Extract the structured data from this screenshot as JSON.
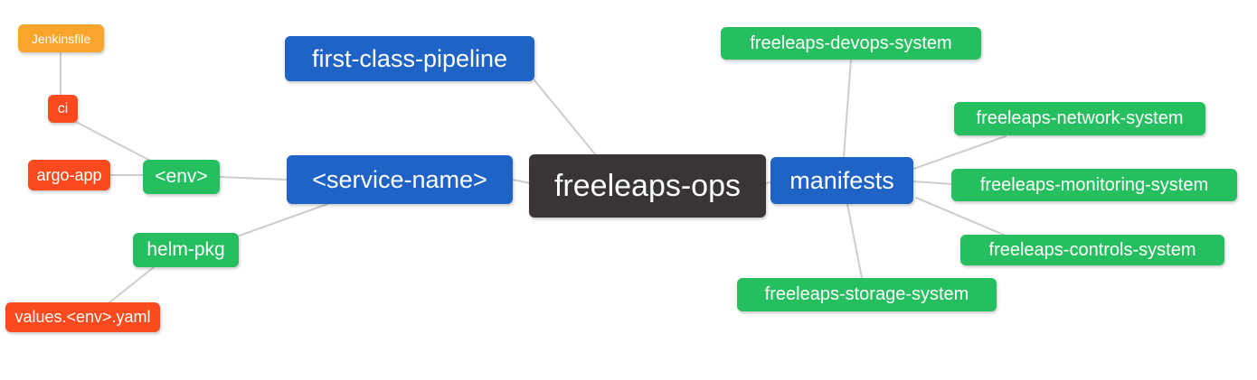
{
  "diagram_type": "mindmap",
  "palette": {
    "root": "#3a3535",
    "branch_blue": "#1f63c6",
    "green": "#26bf5f",
    "red": "#fa4a1e",
    "orange": "#f7a62b",
    "edge_gray": "#cdcdcd",
    "text": "#ffffff"
  },
  "nodes": [
    {
      "id": "jenkinsfile",
      "label": "Jenkinsfile",
      "color": "orange"
    },
    {
      "id": "ci",
      "label": "ci",
      "color": "red"
    },
    {
      "id": "argo-app",
      "label": "argo-app",
      "color": "red"
    },
    {
      "id": "env",
      "label": "<env>",
      "color": "green"
    },
    {
      "id": "helm-pkg",
      "label": "helm-pkg",
      "color": "green"
    },
    {
      "id": "values-env-yaml",
      "label": "values.<env>.yaml",
      "color": "red"
    },
    {
      "id": "first-class-pipeline",
      "label": "first-class-pipeline",
      "color": "blue"
    },
    {
      "id": "service-name",
      "label": "<service-name>",
      "color": "blue"
    },
    {
      "id": "freeleaps-ops",
      "label": "freeleaps-ops",
      "color": "dark"
    },
    {
      "id": "manifests",
      "label": "manifests",
      "color": "blue"
    },
    {
      "id": "devops-system",
      "label": "freeleaps-devops-system",
      "color": "green"
    },
    {
      "id": "network-system",
      "label": "freeleaps-network-system",
      "color": "green"
    },
    {
      "id": "monitoring-system",
      "label": "freeleaps-monitoring-system",
      "color": "green"
    },
    {
      "id": "controls-system",
      "label": "freeleaps-controls-system",
      "color": "green"
    },
    {
      "id": "storage-system",
      "label": "freeleaps-storage-system",
      "color": "green"
    }
  ],
  "tree": {
    "label": "freeleaps-ops",
    "children": [
      {
        "label": "first-class-pipeline"
      },
      {
        "label": "<service-name>",
        "children": [
          {
            "label": "<env>",
            "children": [
              {
                "label": "ci",
                "children": [
                  {
                    "label": "Jenkinsfile"
                  }
                ]
              },
              {
                "label": "argo-app"
              }
            ]
          },
          {
            "label": "helm-pkg",
            "children": [
              {
                "label": "values.<env>.yaml"
              }
            ]
          }
        ]
      },
      {
        "label": "manifests",
        "children": [
          {
            "label": "freeleaps-devops-system"
          },
          {
            "label": "freeleaps-network-system"
          },
          {
            "label": "freeleaps-monitoring-system"
          },
          {
            "label": "freeleaps-controls-system"
          },
          {
            "label": "freeleaps-storage-system"
          }
        ]
      }
    ]
  },
  "edges": [
    {
      "from": "Jenkinsfile",
      "to": "ci"
    },
    {
      "from": "ci",
      "to": "<env>"
    },
    {
      "from": "argo-app",
      "to": "<env>"
    },
    {
      "from": "<env>",
      "to": "<service-name>"
    },
    {
      "from": "<service-name>",
      "to": "helm-pkg"
    },
    {
      "from": "helm-pkg",
      "to": "values.<env>.yaml"
    },
    {
      "from": "<service-name>",
      "to": "freeleaps-ops"
    },
    {
      "from": "first-class-pipeline",
      "to": "freeleaps-ops"
    },
    {
      "from": "freeleaps-ops",
      "to": "manifests"
    },
    {
      "from": "manifests",
      "to": "freeleaps-devops-system"
    },
    {
      "from": "manifests",
      "to": "freeleaps-network-system"
    },
    {
      "from": "manifests",
      "to": "freeleaps-monitoring-system"
    },
    {
      "from": "manifests",
      "to": "freeleaps-controls-system"
    },
    {
      "from": "manifests",
      "to": "freeleaps-storage-system"
    }
  ]
}
